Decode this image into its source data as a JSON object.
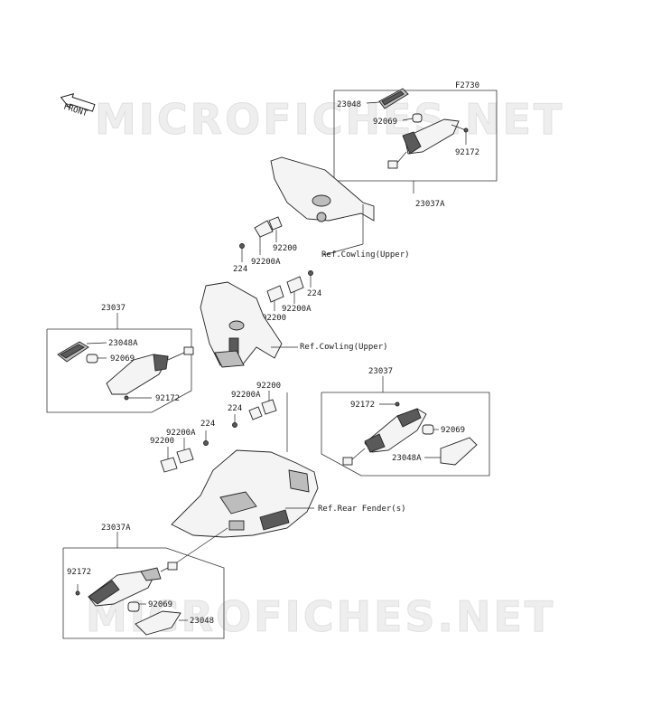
{
  "diagram": {
    "figure_code": "F2730",
    "watermark": "MICROFICHES.NET",
    "front_arrow": "FRONT",
    "refs": {
      "cowling_upper_a": "Ref.Cowling(Upper)",
      "cowling_upper_b": "Ref.Cowling(Upper)",
      "rear_fender": "Ref.Rear Fender(s)"
    },
    "front_right_assembly": {
      "assembly": "23037A",
      "lens": "23048",
      "bulb": "92069",
      "screw": "92172"
    },
    "front_left_assembly": {
      "assembly": "23037",
      "lens": "23048A",
      "bulb": "92069",
      "screw": "92172"
    },
    "rear_right_assembly": {
      "assembly": "23037",
      "screw": "92172",
      "bulb": "92069",
      "lens": "23048A"
    },
    "rear_left_assembly": {
      "assembly": "23037A",
      "screw": "92172",
      "bulb": "92069",
      "lens": "23048"
    },
    "fasteners": {
      "upper_224": "224",
      "upper_92200A": "92200A",
      "upper_92200": "92200",
      "mid_224": "224",
      "mid_92200A": "92200A",
      "mid_92200": "92200",
      "rear_92200_top": "92200",
      "rear_92200A_top": "92200A",
      "rear_224_top": "224",
      "rear_224_left": "224",
      "rear_92200A_left": "92200A",
      "rear_92200_left": "92200"
    }
  }
}
